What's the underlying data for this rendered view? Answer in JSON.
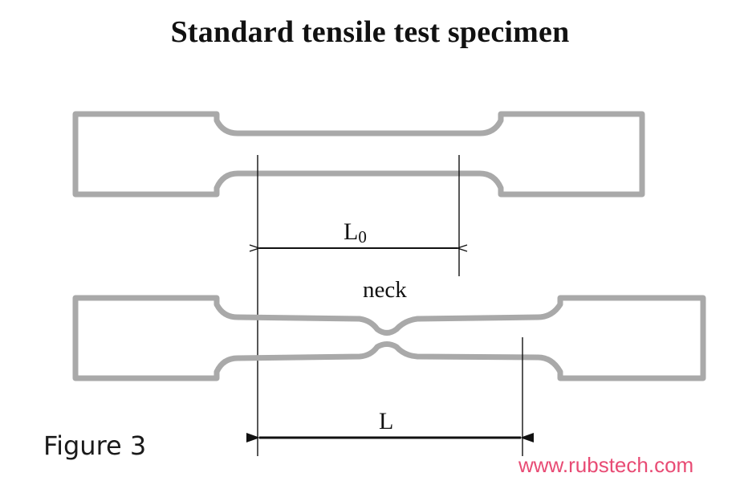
{
  "title": "Standard tensile test specimen",
  "labels": {
    "original_gauge_length": "L",
    "original_gauge_length_subscript": "0",
    "neck": "neck",
    "final_gauge_length": "L"
  },
  "figure_label": "Figure 3",
  "watermark": "www.rubstech.com",
  "colors": {
    "specimen_outline": "#a9a9a9",
    "lines": "#111111",
    "watermark": "#e84b74"
  }
}
